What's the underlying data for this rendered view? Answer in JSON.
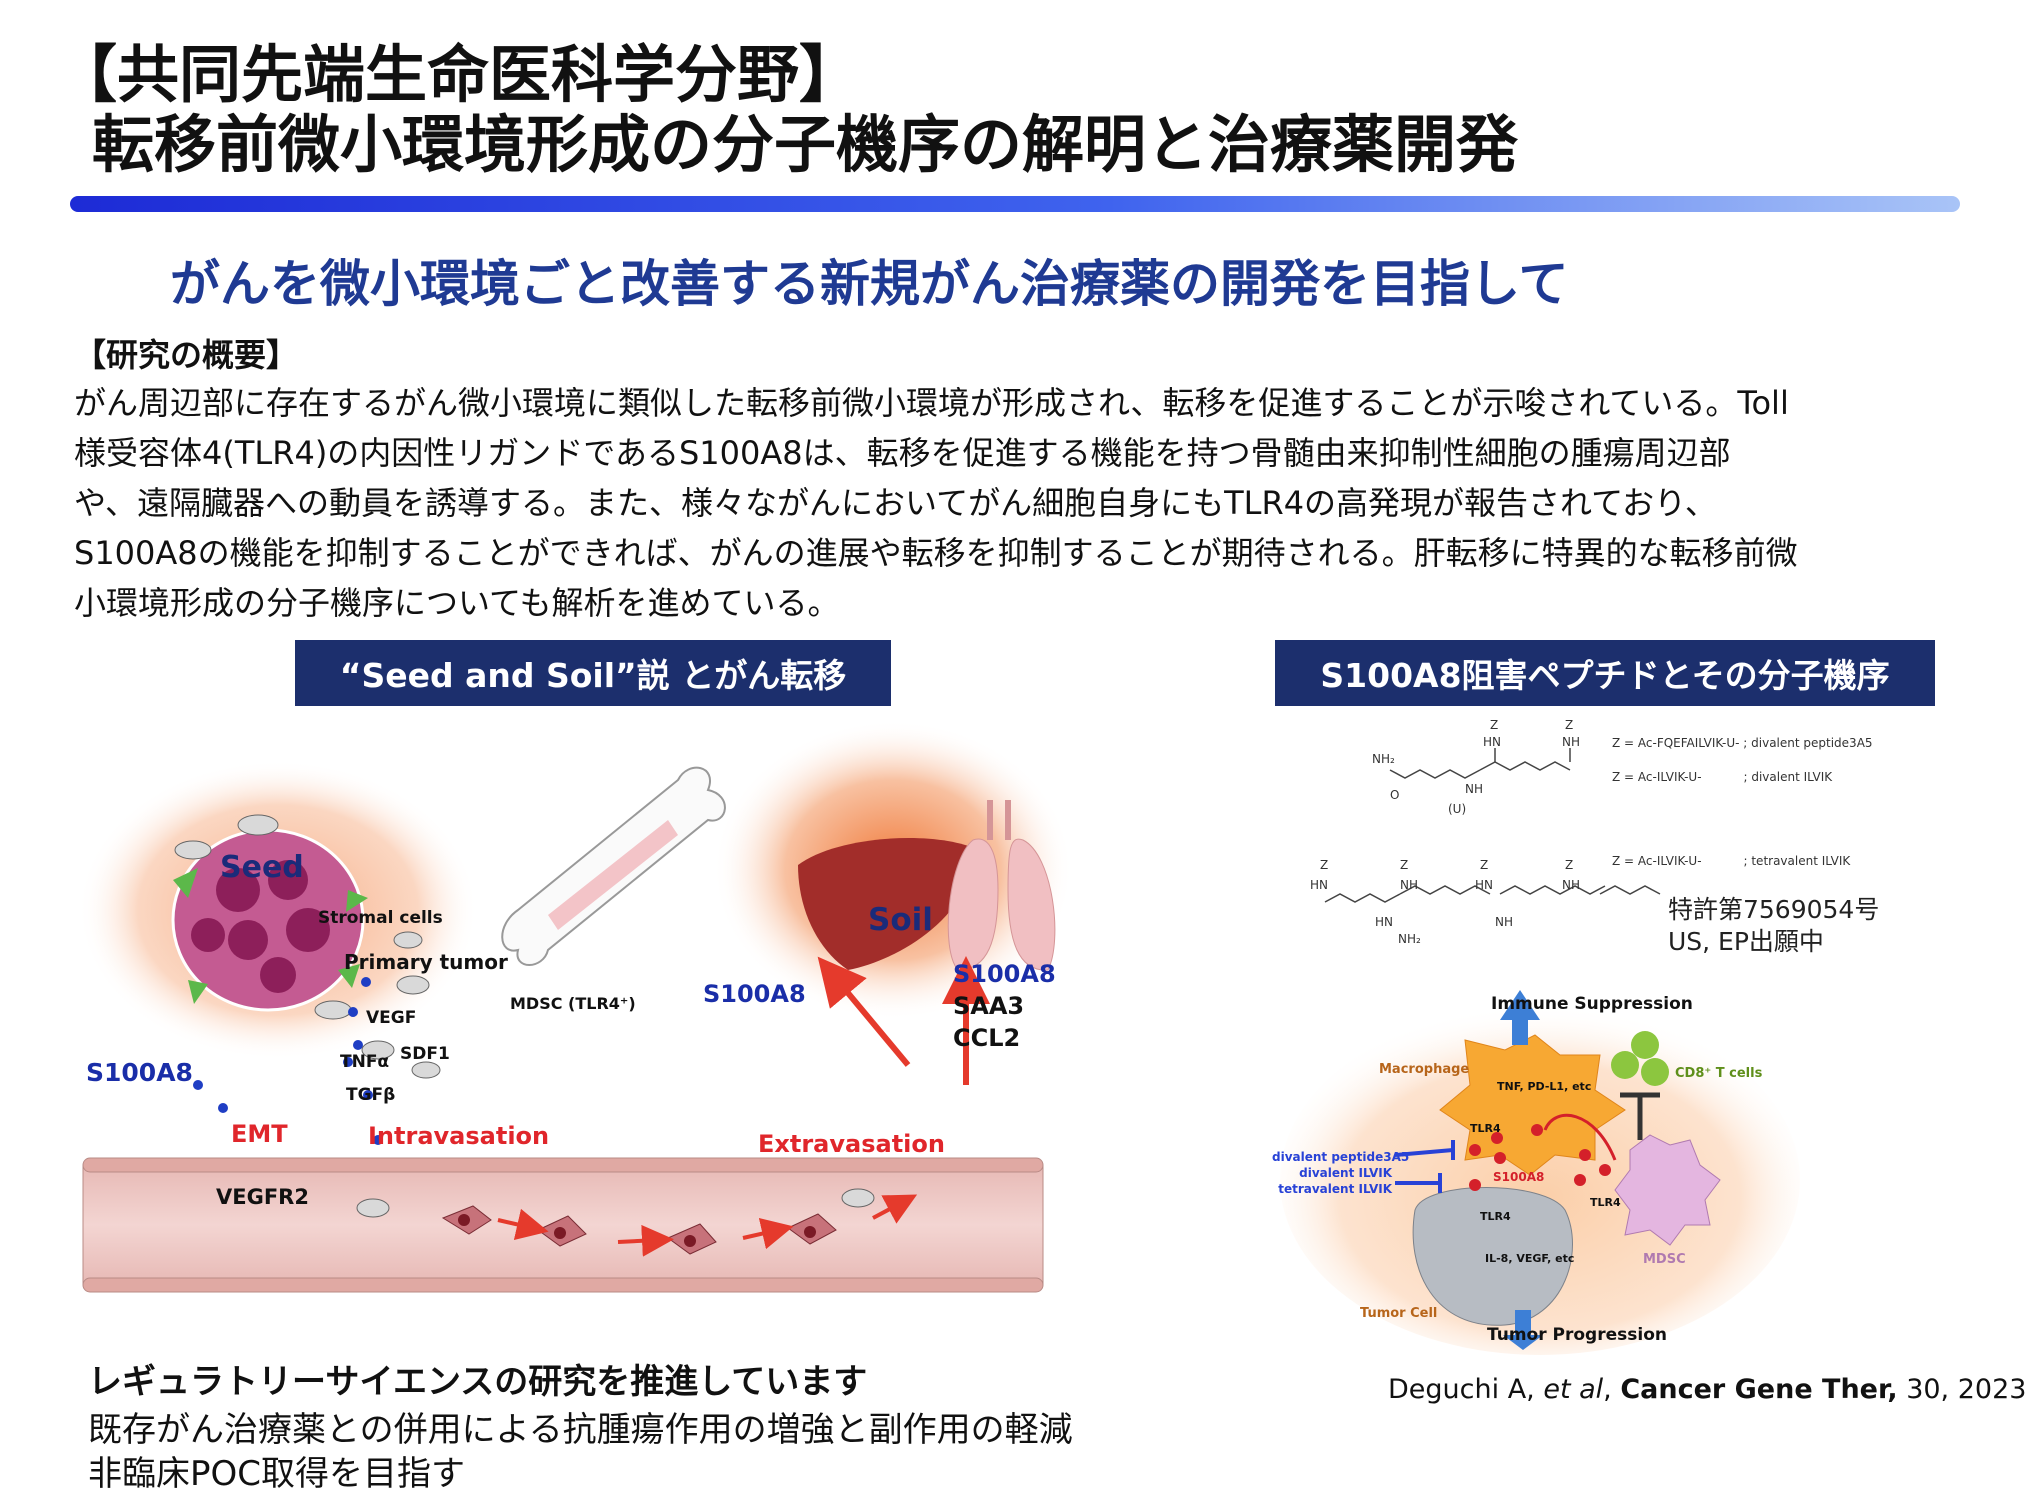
{
  "header": {
    "title_line1": "【共同先端生命医科学分野】",
    "title_line2": "転移前微小環境形成の分子機序の解明と治療薬開発",
    "subtitle": "がんを微小環境ごと改善する新規がん治療薬の開発を目指して",
    "accent_color": "#2340d9",
    "subtitle_color": "#1f3a93"
  },
  "summary": {
    "heading": "【研究の概要】",
    "lines": [
      "がん周辺部に存在するがん微小環境に類似した転移前微小環境が形成され、転移を促進することが示唆されている。Toll",
      "様受容体4(TLR4)の内因性リガンドであるS100A8は、転移を促進する機能を持つ骨髄由来抑制性細胞の腫瘍周辺部",
      "や、遠隔臓器への動員を誘導する。また、様々ながんにおいてがん細胞自身にもTLR4の高発現が報告されており、",
      "S100A8の機能を抑制することができれば、がんの進展や転移を抑制することが期待される。肝転移に特異的な転移前微",
      "小環境形成の分子機序についても解析を進めている。"
    ]
  },
  "left_figure": {
    "box_label": "“Seed and Soil”説 とがん転移",
    "labels": {
      "seed": "Seed",
      "soil": "Soil",
      "stromal": "Stromal cells",
      "primary": "Primary tumor",
      "vegf": "VEGF",
      "tnf": "TNFα",
      "tgf": "TGFβ",
      "sdf1": "SDF1",
      "mdsc": "MDSC (TLR4⁺)",
      "s100a8_left": "S100A8",
      "s100a8_liver": "S100A8",
      "s100a8_lung": "S100A8",
      "saa3": "SAA3",
      "ccl2": "CCL2",
      "emt": "EMT",
      "intravasation": "Intravasation",
      "extravasation": "Extravasation",
      "vegfr2": "VEGFR2"
    }
  },
  "right_figure": {
    "box_label": "S100A8阻害ペプチドとその分子機序",
    "chem": {
      "z": "Z",
      "hn": "HN",
      "nh": "NH",
      "nh2": "NH₂",
      "o": "O",
      "u": "(U)",
      "r1": "Z = Ac-FQEFAILVIK-U- ; divalent peptide3A5",
      "r2": "Z = Ac-ILVIK-U-           ; divalent ILVIK",
      "r3": "Z = Ac-ILVIK-U-           ; tetravalent ILVIK"
    },
    "patent_line1": "特許第7569054号",
    "patent_line2": "US, EP出願中",
    "mech": {
      "immune_suppression": "Immune Suppression",
      "macrophage": "Macrophage",
      "cd8": "CD8⁺ T cells",
      "tnf_pdl1": "TNF, PD-L1, etc",
      "tlr4_a": "TLR4",
      "tlr4_b": "TLR4",
      "tlr4_c": "TLR4",
      "s100a8": "S100A8",
      "inh1": "divalent peptide3A5",
      "inh2": "divalent ILVIK",
      "inh3": "tetravalent ILVIK",
      "il8": "IL-8, VEGF, etc",
      "mdsc": "MDSC",
      "tumor_cell": "Tumor Cell",
      "tumor_progression": "Tumor Progression"
    },
    "citation": {
      "authors": "Deguchi A, ",
      "etal": "et al",
      "sep": ", ",
      "journal": "Cancer Gene Ther,",
      "detail": " 30, 2023"
    }
  },
  "footer": {
    "bold": "レギュラトリーサイエンスの研究を推進しています",
    "line1": "既存がん治療薬との併用による抗腫瘍作用の増強と副作用の軽減",
    "line2": "非臨床POC取得を目指す"
  }
}
